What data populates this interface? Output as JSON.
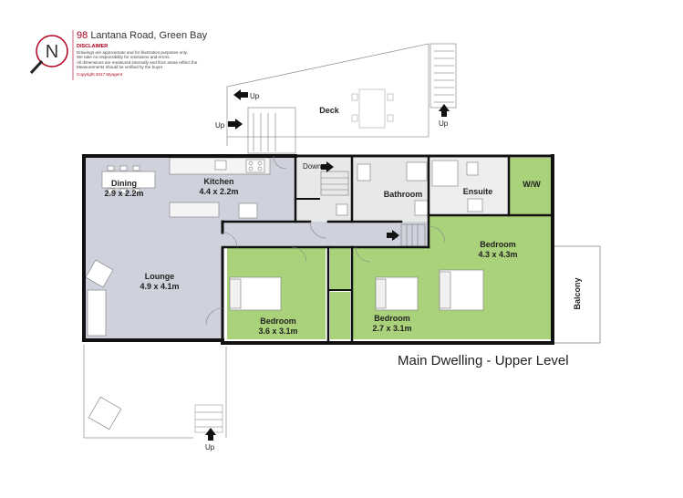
{
  "header": {
    "address_number": "98",
    "address_rest": "Lantana Road, Green Bay",
    "disclaimer_title": "DISCLAIMER",
    "disclaimer_lines": [
      "Drawings are approximate and for illustration purposes only.",
      "We take no responsibility for omissions and errors.",
      "All dimensions are measured internally and floor areas reflect the",
      "Measurements should be verified by the buyer"
    ],
    "copyright": "Copyright 2017   Myagent"
  },
  "compass": {
    "letter": "N"
  },
  "level_title": "Main Dwelling - Upper Level",
  "rooms": {
    "dining": {
      "name": "Dining",
      "size": "2.9 x 2.2m"
    },
    "kitchen": {
      "name": "Kitchen",
      "size": "4.4 x 2.2m"
    },
    "lounge": {
      "name": "Lounge",
      "size": "4.9 x 4.1m"
    },
    "bedroom1": {
      "name": "Bedroom",
      "size": "3.6 x 3.1m"
    },
    "bedroom2": {
      "name": "Bedroom",
      "size": "2.7 x 3.1m"
    },
    "bedroom3": {
      "name": "Bedroom",
      "size": "4.3 x 4.3m"
    },
    "bathroom": {
      "name": "Bathroom"
    },
    "ensuite": {
      "name": "Ensuite"
    },
    "ww": {
      "name": "W/W"
    },
    "deck": {
      "name": "Deck"
    },
    "balcony": {
      "name": "Balcony"
    }
  },
  "stair_labels": {
    "up_top_left": "Up",
    "up_deck_left": "Up",
    "up_right": "Up",
    "down": "Down",
    "up_hall": "Up",
    "up_bottom": "Up"
  },
  "colors": {
    "living_floor": "#cfd2dc",
    "bedroom_floor": "#a9d27a",
    "wet_floor": "#e8e8e8",
    "wall": "#111111"
  }
}
